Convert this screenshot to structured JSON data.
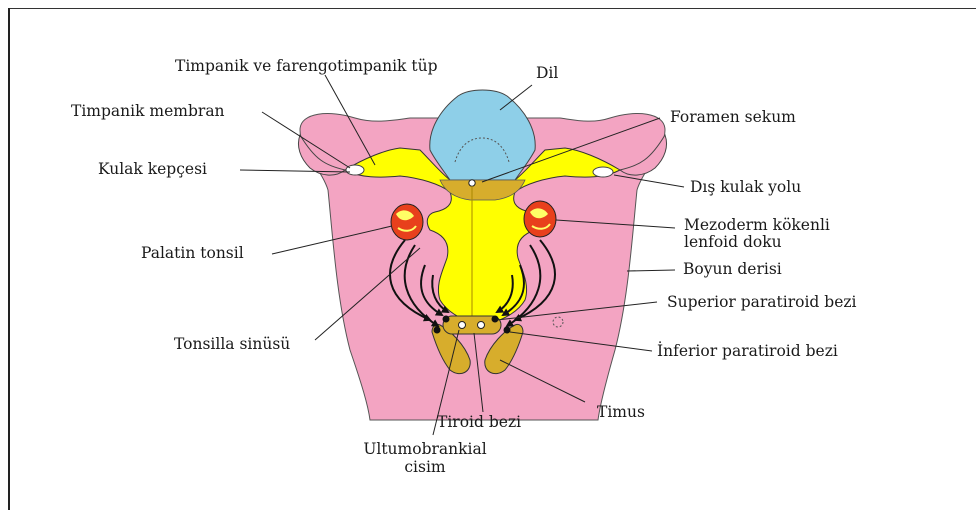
{
  "labels": {
    "timpanik_tup": "Timpanik ve farengotimpanik tüp",
    "dil": "Dil",
    "timpanik_membran": "Timpanik membran",
    "foramen_sekum": "Foramen sekum",
    "kulak_kepcesi": "Kulak kepçesi",
    "dis_kulak_yolu": "Dış kulak yolu",
    "mezoderm_1": "Mezoderm kökenli",
    "mezoderm_2": "lenfoid doku",
    "palatin_tonsil": "Palatin tonsil",
    "boyun_derisi": "Boyun derisi",
    "superior_paratiroid": "Superior paratiroid bezi",
    "tonsilla_sinusu": "Tonsilla sinüsü",
    "inferior_paratiroid": "İnferior paratiroid bezi",
    "tiroid_bezi": "Tiroid bezi",
    "timus": "Timus",
    "ultumobrankial_1": "Ultumobrankial",
    "ultumobrankial_2": "cisim"
  },
  "colors": {
    "skin": "#f3a4c2",
    "pharynx": "#ffff00",
    "tongue": "#8ecfe8",
    "gland": "#d7ad2c",
    "tonsil_red": "#e8401c",
    "outline": "#222222"
  }
}
